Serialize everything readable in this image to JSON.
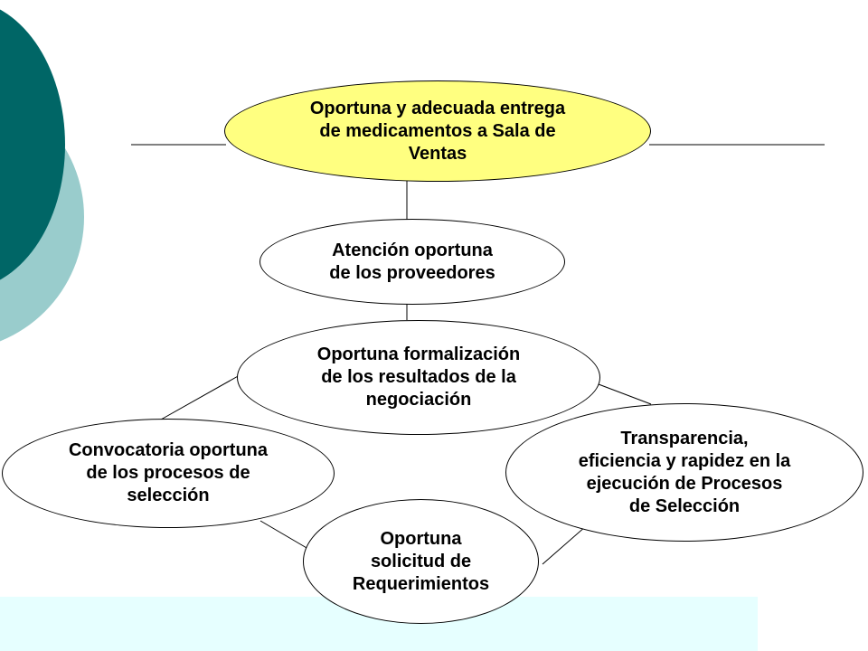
{
  "colors": {
    "main_fill": "#ffff80",
    "node_fill": "#ffffff",
    "teal_dark": "#006666",
    "teal_light": "#99cccc",
    "bottom_band": "#e6ffff"
  },
  "nodes": {
    "main": [
      "Oportuna y adecuada entrega",
      "de medicamentos a Sala de",
      "Ventas"
    ],
    "atencion": [
      "Atención oportuna",
      "de los proveedores"
    ],
    "formalizacion": [
      "Oportuna formalización",
      "de los resultados de la",
      "negociación"
    ],
    "convocatoria": [
      "Convocatoria oportuna",
      "de los procesos de",
      "selección"
    ],
    "transparencia": [
      "Transparencia,",
      "eficiencia y rapidez en la",
      "ejecución de Procesos",
      "de Selección"
    ],
    "solicitud": [
      "Oportuna",
      "solicitud de",
      "Requerimientos"
    ]
  }
}
